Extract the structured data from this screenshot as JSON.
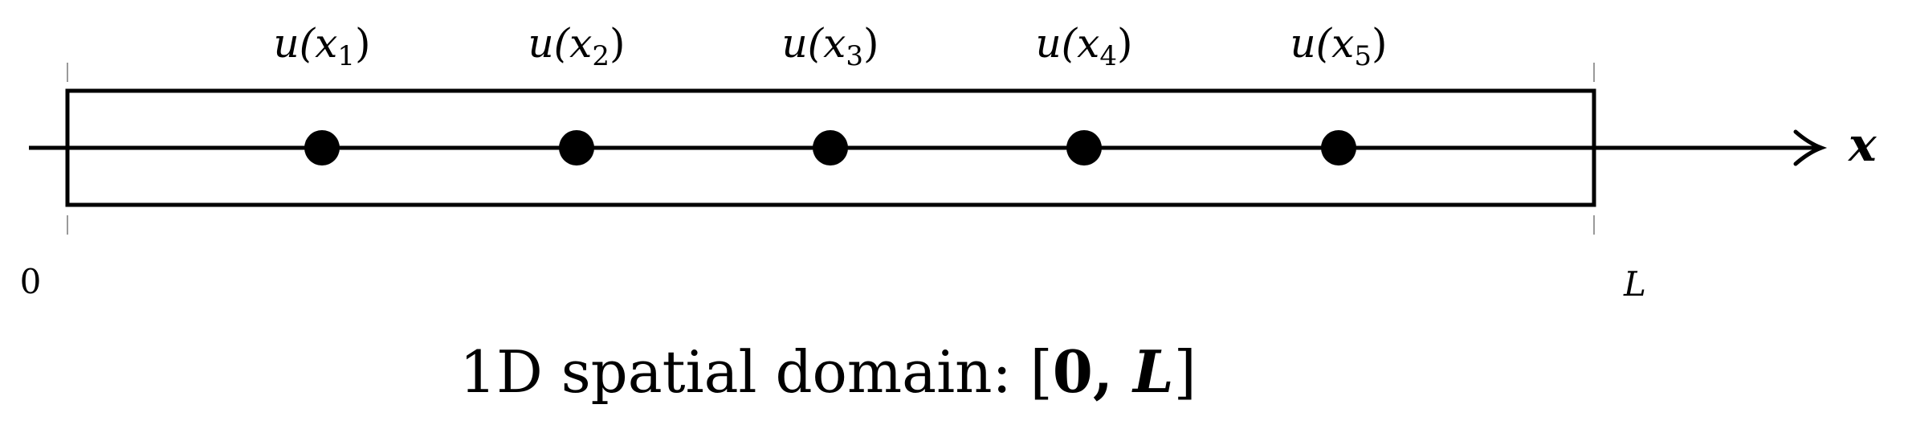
{
  "diagram": {
    "axis_label": "x",
    "domain_start_label": "0",
    "domain_end_label": "L",
    "caption": {
      "prefix": "1D spatial domain: ",
      "open_bracket": "[",
      "zero": "0",
      "comma": ", ",
      "length": "L",
      "close_bracket": "]"
    },
    "samples": [
      {
        "func": "u(x",
        "sub": "1",
        "close": ")"
      },
      {
        "func": "u(x",
        "sub": "2",
        "close": ")"
      },
      {
        "func": "u(x",
        "sub": "3",
        "close": ")"
      },
      {
        "func": "u(x",
        "sub": "4",
        "close": ")"
      },
      {
        "func": "u(x",
        "sub": "5",
        "close": ")"
      }
    ],
    "colors": {
      "stroke": "#000000",
      "dashed": "#9a9a9a",
      "point": "#000000"
    }
  }
}
